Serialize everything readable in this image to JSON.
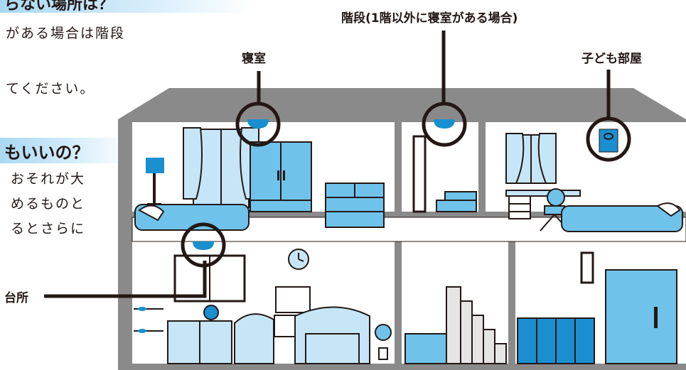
{
  "left_text": {
    "heading1": "らない場所は？",
    "body1": [
      "がある場合は階段",
      "てください。"
    ],
    "heading2": "もいいの？",
    "body2": [
      "おそれが大",
      "めるものと",
      "るとさらに"
    ]
  },
  "labels": {
    "stairs": "階段(1階以外に寝室がある場合)",
    "bedroom": "寝室",
    "kids_room": "子ども部屋",
    "kitchen": "台所"
  },
  "colors": {
    "wall": "#8a8a8a",
    "light_blue": "#6fc3ea",
    "pale_blue": "#c6e6f8",
    "detector": "#1a8fd0",
    "marker": "#231815"
  }
}
